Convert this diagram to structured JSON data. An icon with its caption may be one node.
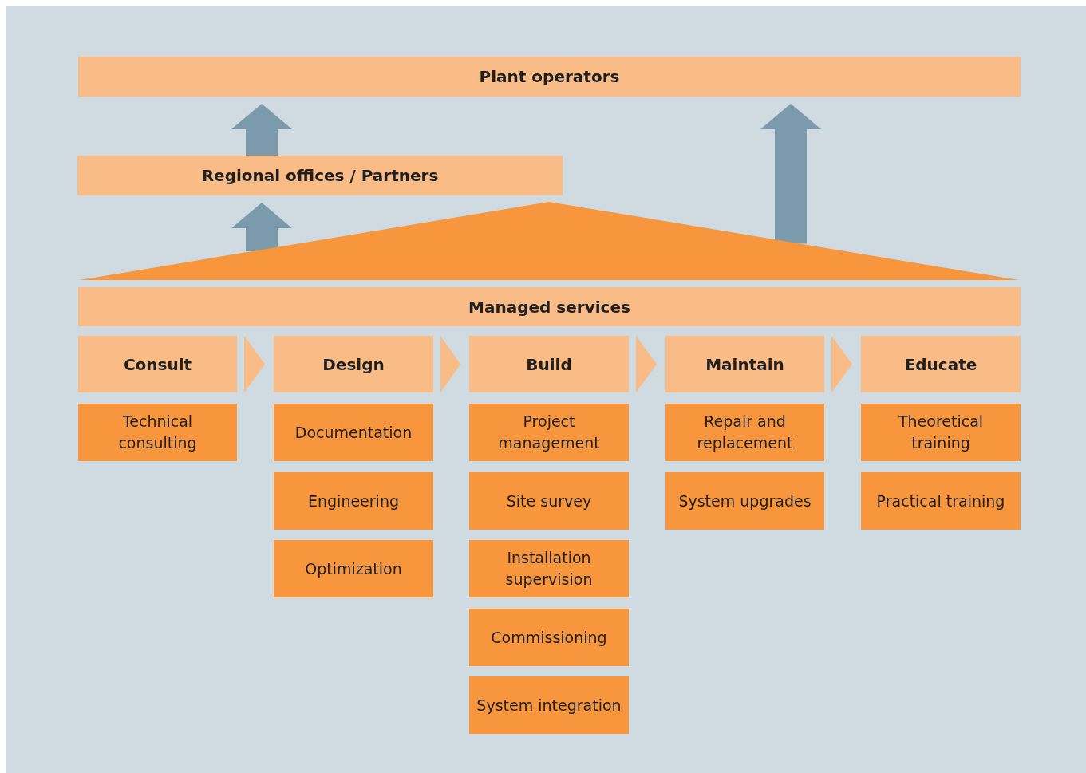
{
  "diagram": {
    "nodes": [
      {
        "text": [
          "Plant operators"
        ]
      },
      {
        "text": [
          "Regional offices / Partners"
        ]
      },
      {
        "text": [],
        "shape": "triangle"
      },
      {
        "text": [
          "Managed services"
        ]
      },
      {
        "text": [
          "Consult"
        ]
      },
      {
        "text": [
          "Design"
        ]
      },
      {
        "text": [
          "Build"
        ]
      },
      {
        "text": [
          "Maintain"
        ]
      },
      {
        "text": [
          "Educate"
        ]
      },
      {
        "text": [
          "Technical consulting"
        ]
      },
      {
        "text": [
          "Documentation"
        ]
      },
      {
        "text": [
          "Engineering"
        ]
      },
      {
        "text": [
          "Optimization"
        ]
      },
      {
        "text": [
          "Project management"
        ]
      },
      {
        "text": [
          "Site survey"
        ]
      },
      {
        "text": [
          "Installation supervision"
        ]
      },
      {
        "text": [
          "Commissioning"
        ]
      },
      {
        "text": [
          "System integration"
        ]
      },
      {
        "text": [
          "Repair and replacement"
        ]
      },
      {
        "text": [
          "System upgrades"
        ]
      },
      {
        "text": [
          "Theoretical training"
        ]
      },
      {
        "text": [
          "Practical training"
        ]
      }
    ],
    "edges": [
      {
        "from": 2,
        "to": 1,
        "arrow": "to",
        "style": "thick",
        "color": "#7b9bad"
      },
      {
        "from": 1,
        "to": 0,
        "arrow": "to",
        "style": "thick",
        "color": "#7b9bad"
      },
      {
        "from": 2,
        "to": 0,
        "arrow": "to",
        "style": "thick",
        "color": "#7b9bad"
      },
      {
        "from": 4,
        "to": 5,
        "arrow": "to"
      },
      {
        "from": 5,
        "to": 6,
        "arrow": "to"
      },
      {
        "from": 6,
        "to": 7,
        "arrow": "to"
      },
      {
        "from": 7,
        "to": 8,
        "arrow": "to"
      }
    ]
  }
}
